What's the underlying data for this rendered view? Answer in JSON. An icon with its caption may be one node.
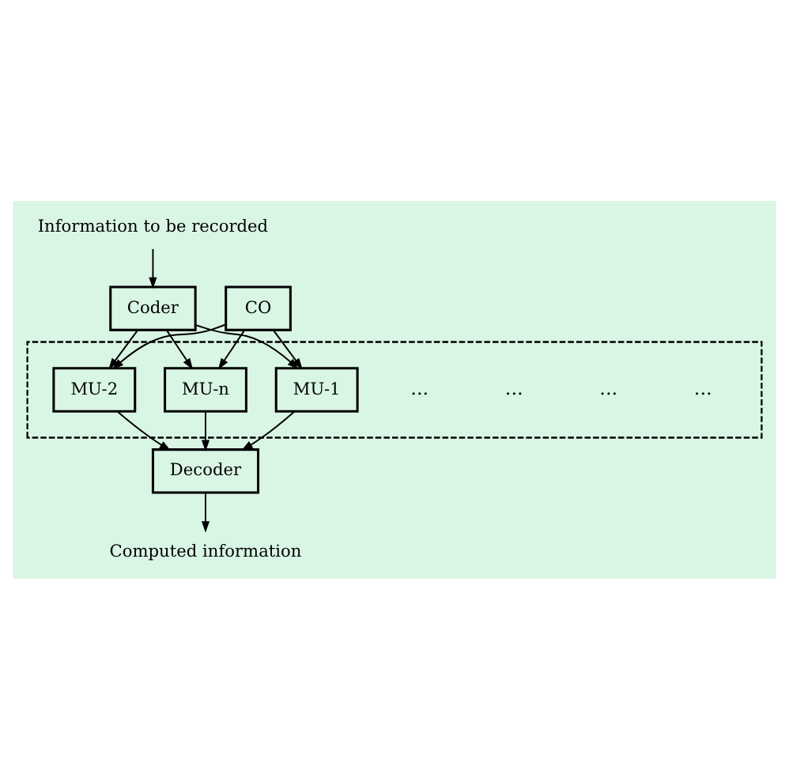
{
  "diagram": {
    "nodes": [
      {
        "text": [
          "Information to be recorded"
        ]
      },
      {
        "text": [
          "Coder"
        ]
      },
      {
        "text": [
          "CO"
        ]
      },
      {
        "text": [],
        "shape": "box"
      },
      {
        "text": [
          "MU-1"
        ],
        "in": 3
      },
      {
        "text": [
          "MU-2"
        ],
        "in": 3
      },
      {
        "text": [
          "MU-n"
        ],
        "in": 3
      },
      {
        "text": [
          "Decoder"
        ]
      },
      {
        "text": [
          "Computed information"
        ]
      }
    ],
    "edges": [
      {
        "from": 0,
        "to": 1,
        "arrow": "to"
      },
      {
        "from": 1,
        "to": 4,
        "arrow": "to"
      },
      {
        "from": 1,
        "to": 5,
        "arrow": "to"
      },
      {
        "from": 1,
        "to": 6,
        "arrow": "to"
      },
      {
        "from": 2,
        "to": 4,
        "arrow": "to"
      },
      {
        "from": 2,
        "to": 5,
        "arrow": "to"
      },
      {
        "from": 2,
        "to": 6,
        "arrow": "to"
      },
      {
        "from": 4,
        "to": 7,
        "arrow": "to"
      },
      {
        "from": 5,
        "to": 7,
        "arrow": "to"
      },
      {
        "from": 6,
        "to": 7,
        "arrow": "to"
      },
      {
        "from": 7,
        "to": 8,
        "arrow": "to"
      }
    ],
    "labels": [
      "...",
      "...",
      "...",
      "..."
    ]
  }
}
